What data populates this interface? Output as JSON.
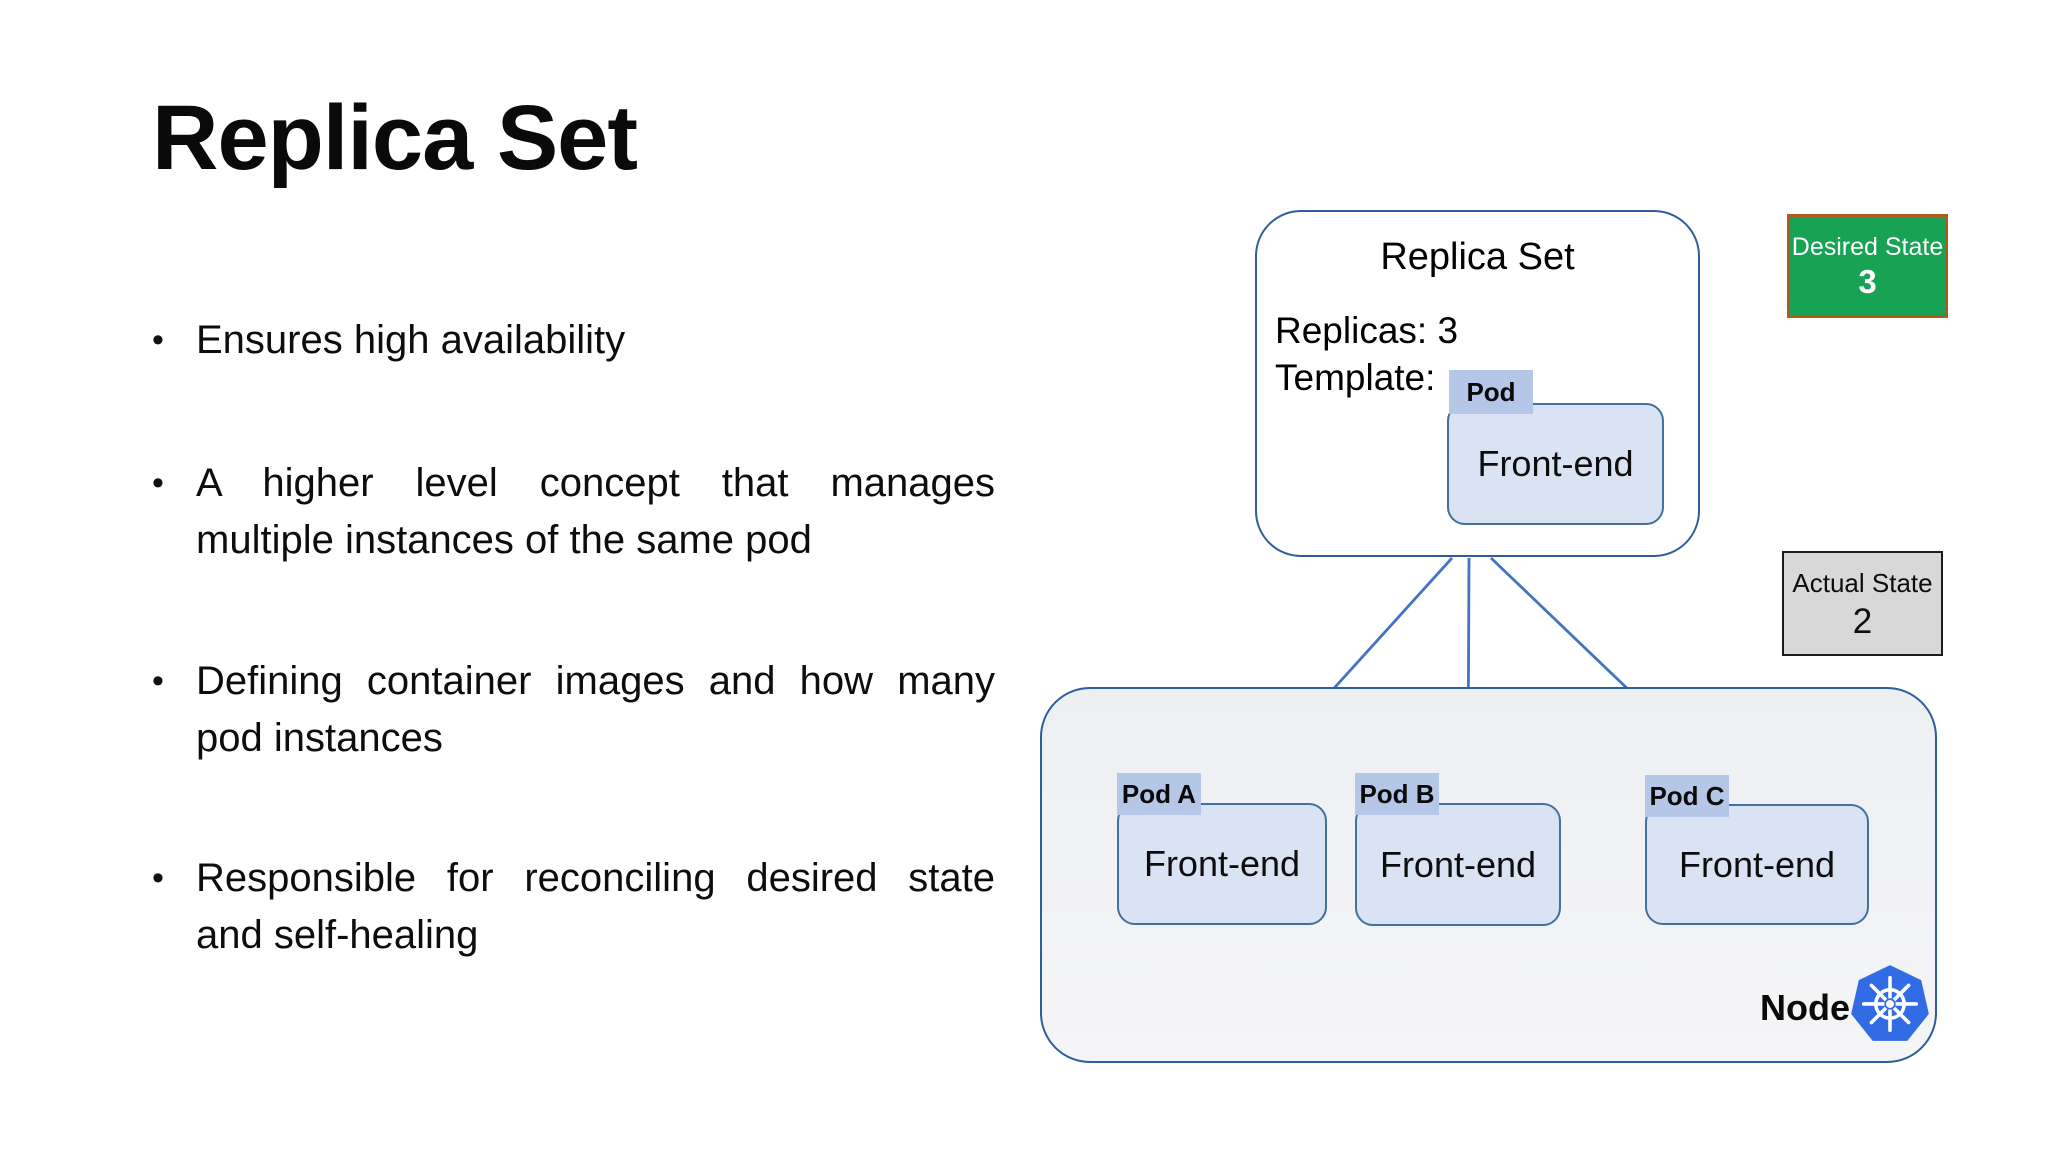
{
  "slide": {
    "title": "Replica Set",
    "bullet_glyph": "•",
    "bullets": [
      {
        "line1": "Ensures high availability",
        "line2": ""
      },
      {
        "line1": "A higher level concept that manages",
        "line2": "multiple instances of the same pod"
      },
      {
        "line1": "Defining container images and how many",
        "line2": "pod instances"
      },
      {
        "line1": "Responsible for reconciling desired state",
        "line2": "and self-healing"
      }
    ]
  },
  "diagram": {
    "replica_set": {
      "title": "Replica Set",
      "replicas_label": "Replicas: 3",
      "template_label": "Template:",
      "template_pod": {
        "tab": "Pod",
        "name": "Front-end"
      }
    },
    "desired_state": {
      "label": "Desired State",
      "value": "3"
    },
    "actual_state": {
      "label": "Actual State",
      "value": "2"
    },
    "node": {
      "label": "Node",
      "logo_icon": "kubernetes-logo",
      "pods": [
        {
          "tab": "Pod A",
          "name": "Front-end"
        },
        {
          "tab": "Pod B",
          "name": "Front-end"
        },
        {
          "tab": "Pod C",
          "name": "Front-end"
        }
      ]
    },
    "colors": {
      "arrow_blue": "#4472C4",
      "box_border_blue": "#2E5E9E",
      "pod_fill": "#DAE3F3",
      "pod_border": "#41719C",
      "pod_tab_fill": "#B4C7E7",
      "node_fill": "#F1F2F5",
      "desired_green": "#17A254",
      "desired_border": "#B05B1E",
      "actual_gray": "#D8D8D8",
      "kubernetes_blue": "#326CE5"
    }
  }
}
